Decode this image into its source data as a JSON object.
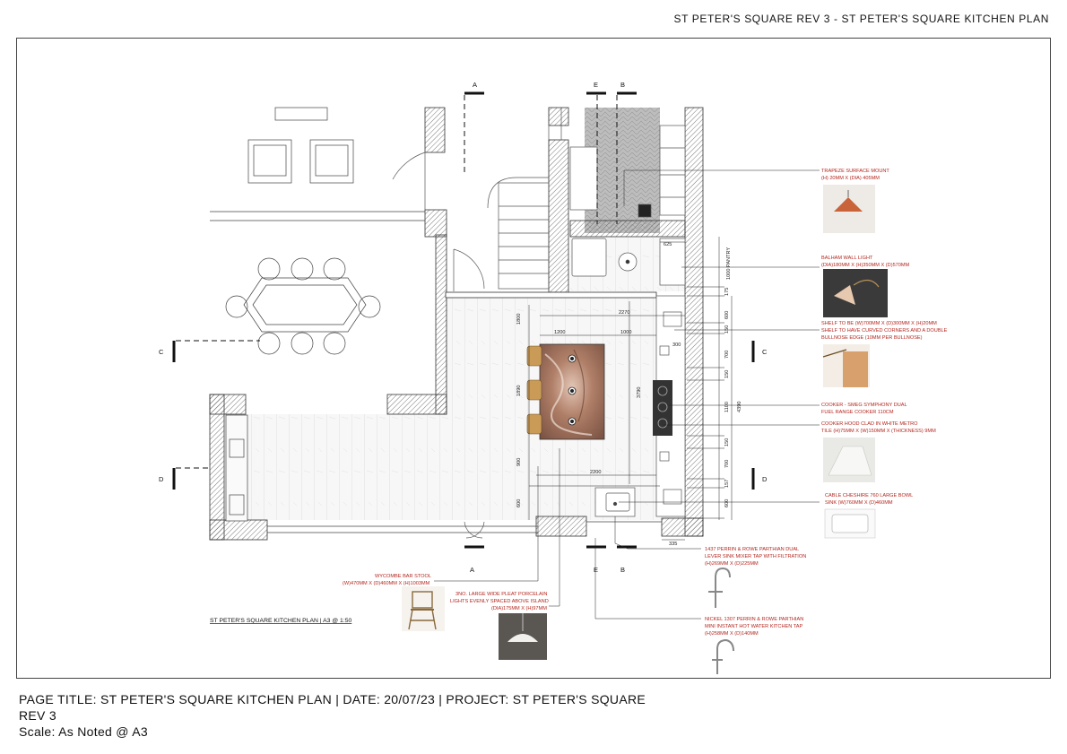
{
  "sheet": {
    "header_title": "ST PETER'S SQUARE REV 3 - ST PETER'S SQUARE KITCHEN PLAN",
    "plan_caption": "ST PETER'S SQUARE KITCHEN PLAN | A3 @ 1:50"
  },
  "footer": {
    "line1": "PAGE TITLE: ST PETER'S SQUARE KITCHEN PLAN | DATE: 20/07/23 | PROJECT: ST PETER'S SQUARE",
    "line2": "REV 3",
    "line3": "Scale: As Noted @ A3"
  },
  "section_markers": {
    "a": "A",
    "b": "B",
    "c": "C",
    "d": "D",
    "e": "E"
  },
  "dimensions": {
    "d1200": "1200",
    "d1000": "1000",
    "d2270": "2270",
    "d625": "625",
    "d1800": "1800",
    "d1890": "1890",
    "d3790": "3790",
    "d900": "900",
    "d600": "600",
    "d2200": "2200",
    "d300": "300",
    "d335": "335",
    "pantry": "1000 PANTRY",
    "d4390": "4390",
    "r175": "175",
    "r600a": "600",
    "r150a": "150",
    "r700a": "700",
    "r150b": "150",
    "r1100": "1100",
    "r150c": "150",
    "r700b": "700",
    "r157": "157",
    "r600b": "600"
  },
  "annotations": {
    "trapeze": [
      "TRAPEZE SURFACE MOUNT",
      "(H) 20MM X (DIA) 405MM"
    ],
    "balham": [
      "BALHAM WALL LIGHT",
      "(DIA)180MM X (H)350MM X (D)570MM"
    ],
    "shelf": [
      "SHELF TO BE (W)700MM X (D)300MM X (H)20MM",
      "SHELF TO HAVE CURVED CORNERS AND A DOUBLE",
      "BULLNOSE EDGE (10MM PER BULLNOSE)"
    ],
    "cooker": [
      "COOKER - SMEG SYMPHONY DUAL",
      "FUEL RANGE COOKER          110CM"
    ],
    "hood": [
      "COOKER HOOD CLAD IN WHITE METRO",
      "TILE (H)75MM X (W)150MM X (THICKNESS) 9MM"
    ],
    "sink": [
      "CABLE CHESHIRE 760 LARGE BOWL",
      "SINK (W)760MM X (D)460MM"
    ],
    "tap1": [
      "1437 PERRIN & ROWE PARTHIAN DUAL",
      "LEVER SINK MIXER TAP WITH FILTRATION",
      "(H)269MM X  (D)225MM"
    ],
    "tap2": [
      "NICKEL 1307 PERRIN & ROWE PARTHIAN",
      "MINI INSTANT HOT WATER KITCHEN TAP",
      "(H)258MM X (D)140MM"
    ],
    "stool": [
      "WYCOMBE BAR STOOL",
      "(W)470MM X (D)460MM X (H)1003MM"
    ],
    "pendant": [
      "3NO. LARGE WIDE PLEAT PORCELAIN",
      "LIGHTS EVENLY SPACED ABOVE ISLAND",
      "(DIA)175MM X (H)97MM"
    ]
  },
  "colors": {
    "annotation_red": "#b3261e",
    "wall_hatch": "#555555",
    "island_marble": "#9a6b55",
    "frame": "#444444"
  }
}
